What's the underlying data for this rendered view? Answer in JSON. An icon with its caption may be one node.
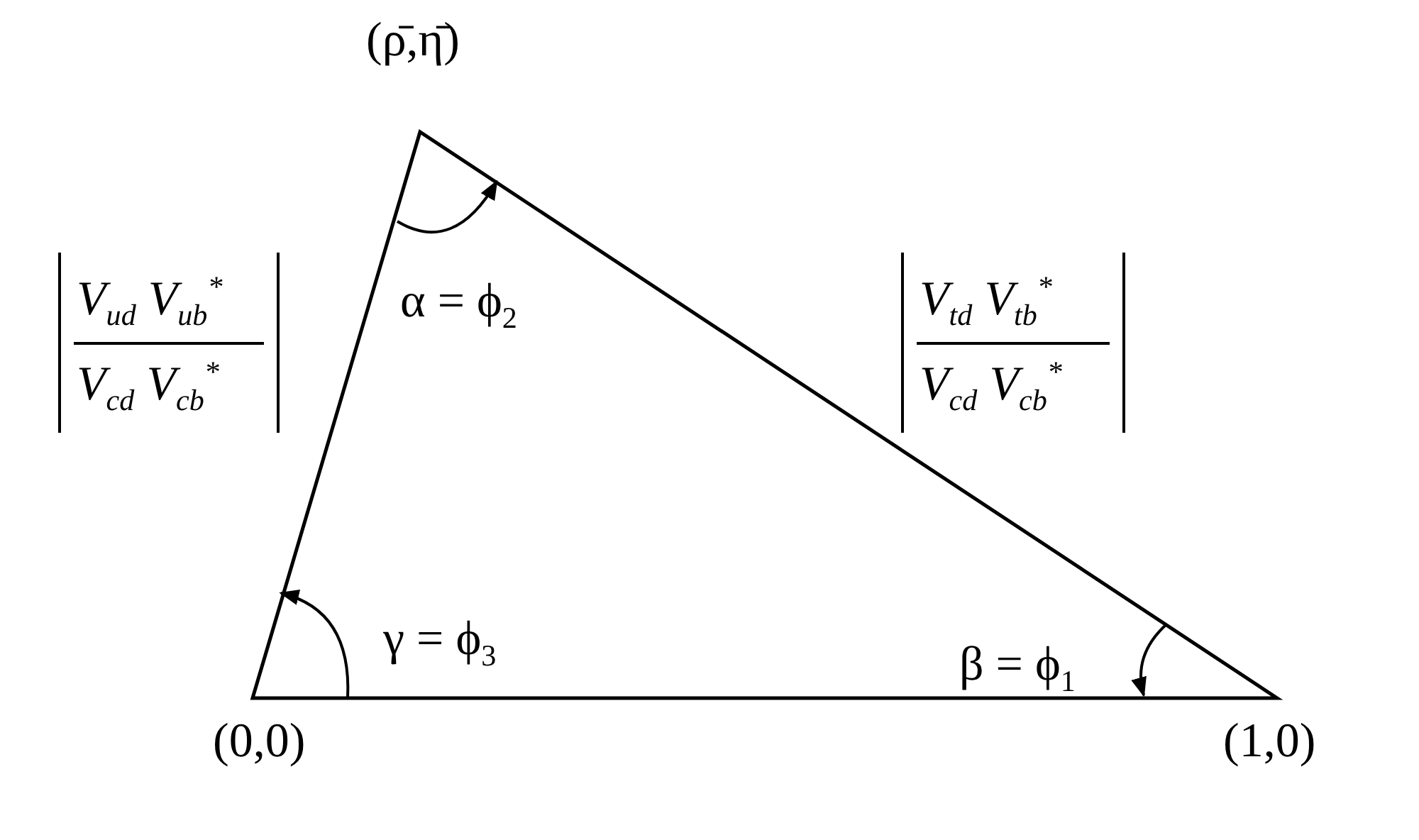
{
  "diagram": {
    "labels": [
      "(ρ̄,η̄)",
      "α = ϕ$_{2}$",
      "V$_{ud}$ V$_{ub}$$^{*}$",
      "V$_{cd}$ V$_{cb}$$^{*}$",
      "V$_{td}$ V$_{tb}$$^{*}$",
      "V$_{cd}$ V$_{cb}$$^{*}$",
      "γ = ϕ$_{3}$",
      "β = ϕ$_{1}$",
      "(0,0)",
      "(1,0)"
    ]
  }
}
